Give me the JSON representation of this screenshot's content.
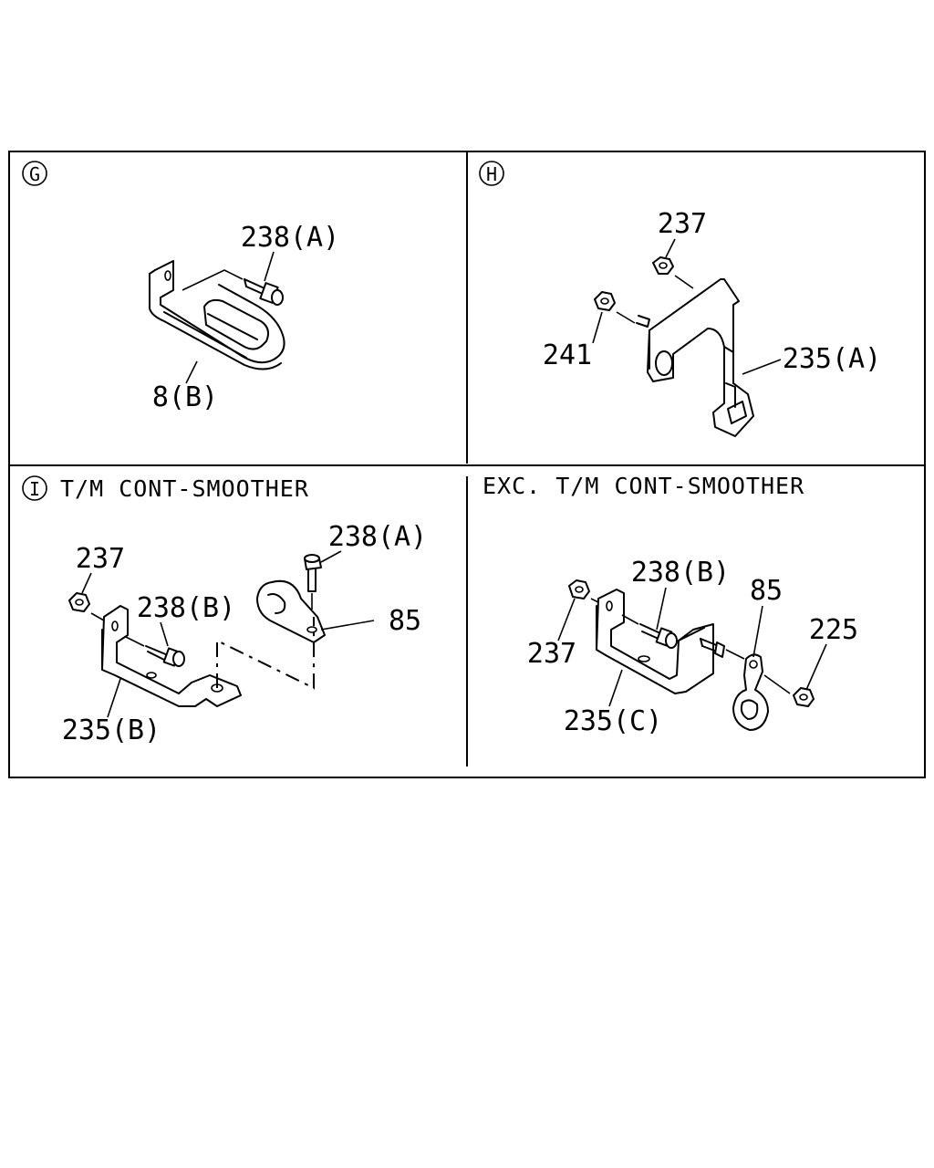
{
  "panels": {
    "g": {
      "marker": "G",
      "labels": {
        "bolt": "238(A)",
        "clip": "8(B)"
      }
    },
    "h": {
      "marker": "H",
      "labels": {
        "nut_top": "237",
        "nut_left": "241",
        "bracket": "235(A)"
      }
    },
    "i": {
      "marker": "I",
      "caption": "T/M CONT-SMOOTHER",
      "labels": {
        "nut": "237",
        "bolt_b": "238(B)",
        "bolt_a": "238(A)",
        "clamp": "85",
        "bracket": "235(B)"
      }
    },
    "exc": {
      "caption": "EXC. T/M CONT-SMOOTHER",
      "labels": {
        "bolt_b": "238(B)",
        "clamp": "85",
        "nut_right": "225",
        "nut_left": "237",
        "bracket": "235(C)"
      }
    }
  }
}
